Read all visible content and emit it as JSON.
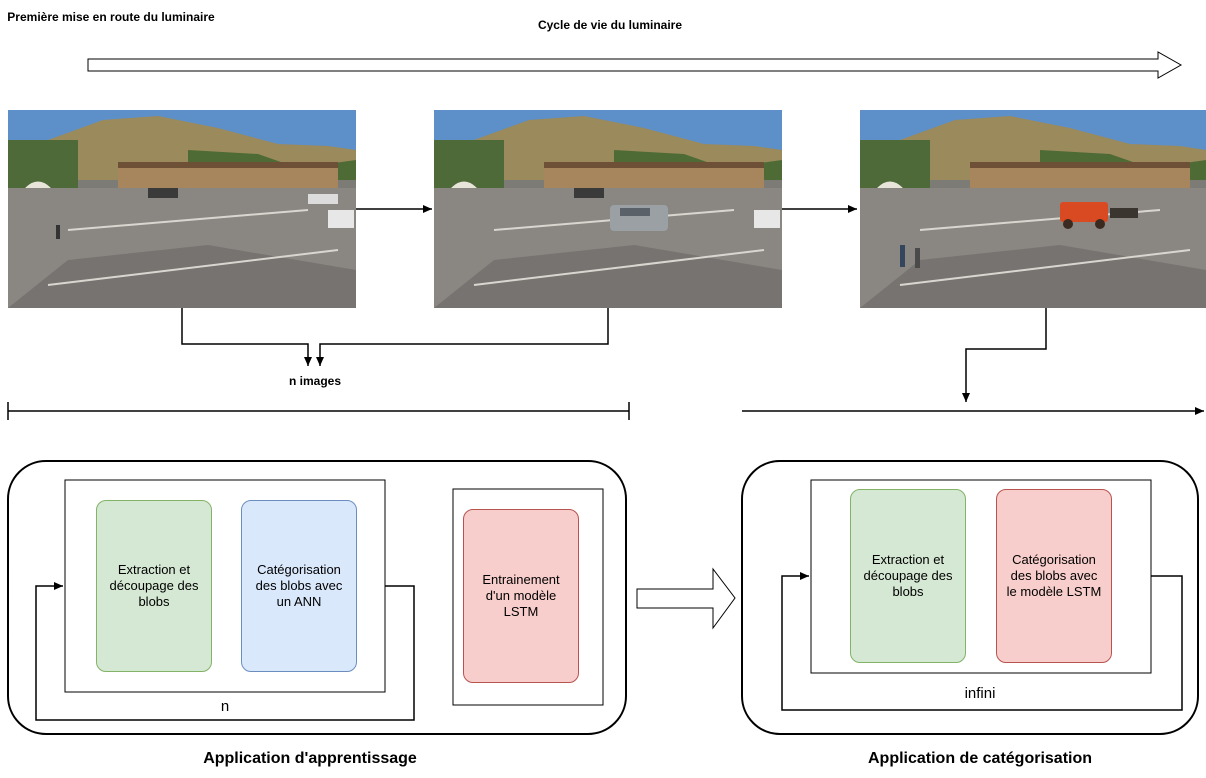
{
  "labels": {
    "first_start": "Première mise en route du luminaire",
    "lifecycle": "Cycle de vie du luminaire",
    "n_images": "n images",
    "loop_n": "n",
    "loop_infini": "infini",
    "app_learning": "Application d'apprentissage",
    "app_categorization": "Application de catégorisation"
  },
  "photos": [
    {
      "name": "camera-frame-1",
      "vehicle": "none"
    },
    {
      "name": "camera-frame-2",
      "vehicle": "grey-suv"
    },
    {
      "name": "camera-frame-3",
      "vehicle": "stagecoach"
    }
  ],
  "learning": {
    "extraction": "Extraction et découpage des blobs",
    "categorization_ann": "Catégorisation des blobs avec un ANN",
    "training": "Entrainement d'un modèle LSTM"
  },
  "categorization": {
    "extraction": "Extraction et découpage des blobs",
    "categorization_lstm": "Catégorisation des blobs avec le modèle LSTM"
  },
  "colors": {
    "green_fill": "#d5e8d4",
    "blue_fill": "#dae8fc",
    "red_fill": "#f8cecc"
  }
}
